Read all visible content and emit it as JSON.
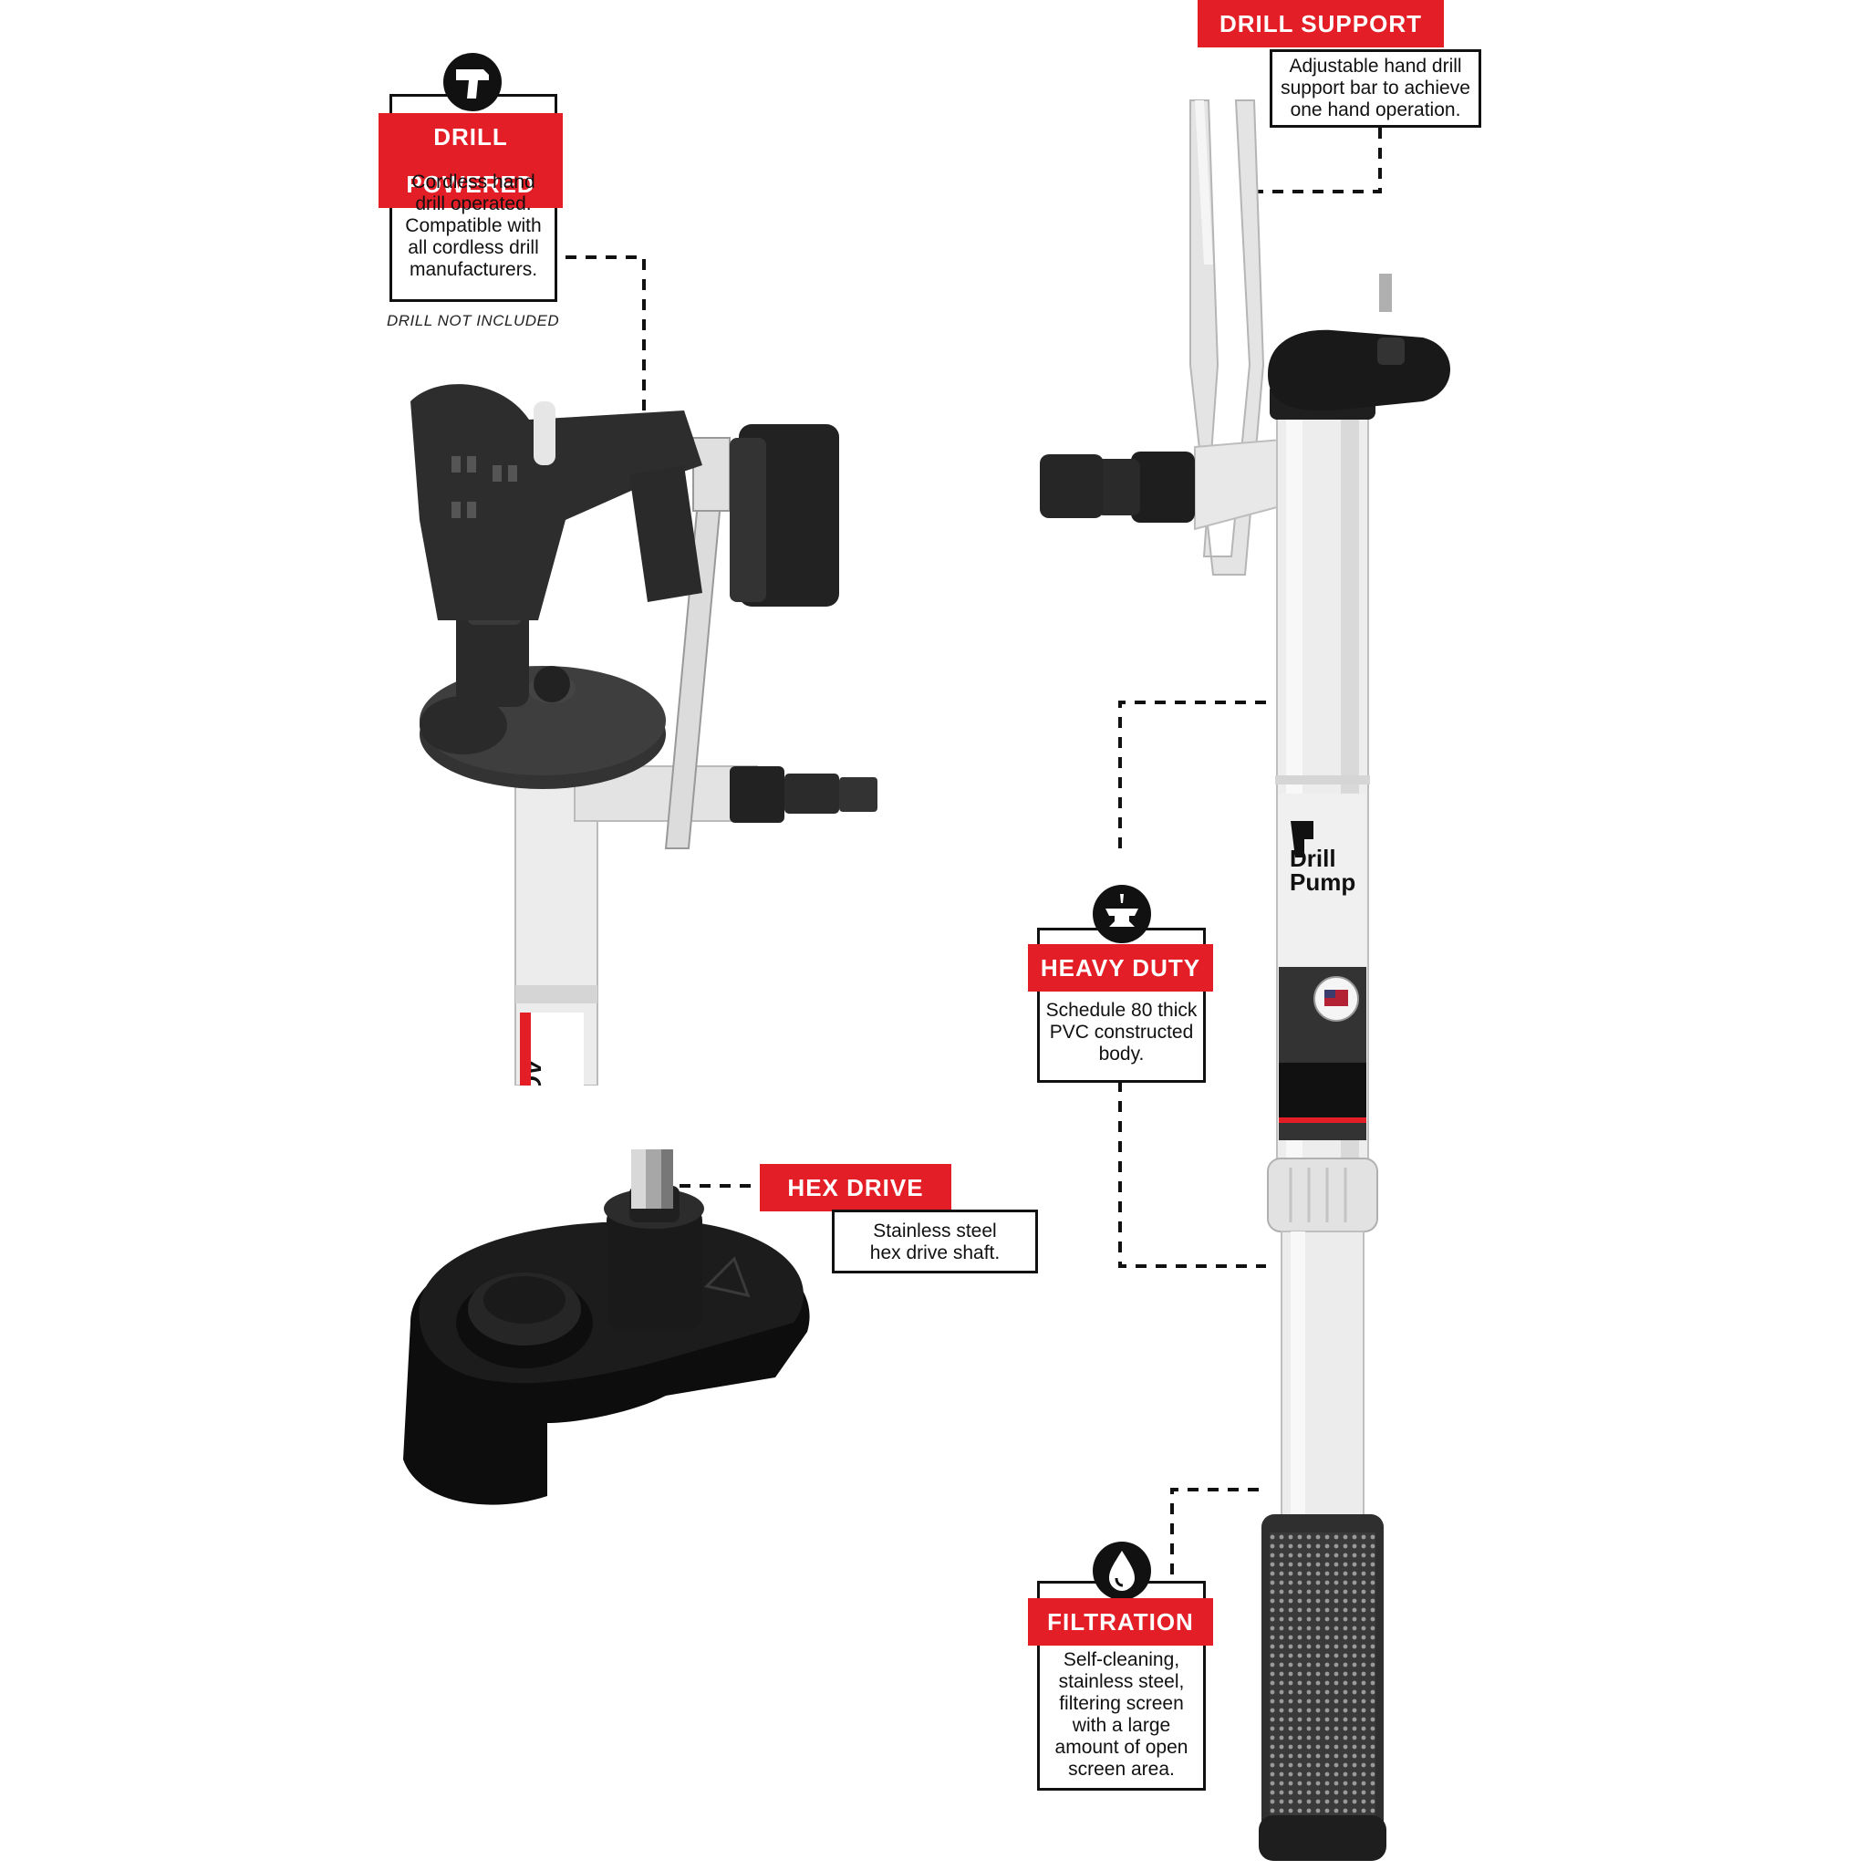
{
  "callouts": {
    "drill_powered": {
      "title": "DRILL POWERED",
      "text": "Cordless hand\ndrill operated.\nCompatible with\nall cordless drill\nmanufacturers.",
      "note": "DRILL NOT INCLUDED",
      "icon": "drill-icon"
    },
    "drill_support": {
      "title": "DRILL SUPPORT",
      "text": "Adjustable hand drill\nsupport bar to achieve\none hand operation."
    },
    "heavy_duty": {
      "title": "HEAVY DUTY",
      "text": "Schedule 80 thick\nPVC constructed\nbody.",
      "icon": "anvil-icon"
    },
    "hex_drive": {
      "title": "HEX DRIVE",
      "text": "Stainless steel\nhex drive shaft."
    },
    "filtration": {
      "title": "FILTRATION",
      "text": "Self-cleaning,\nstainless steel,\nfiltering screen\nwith a large\namount of open\nscreen area.",
      "icon": "water-drop-icon"
    }
  },
  "product_label": {
    "brand_line1": "Drill",
    "brand_line2": "Pump",
    "side_text": "ACTI"
  },
  "colors": {
    "accent_red": "#e41e26",
    "ink": "#111111",
    "pipe_white": "#ececec",
    "plastic_black": "#1a1a1a"
  }
}
